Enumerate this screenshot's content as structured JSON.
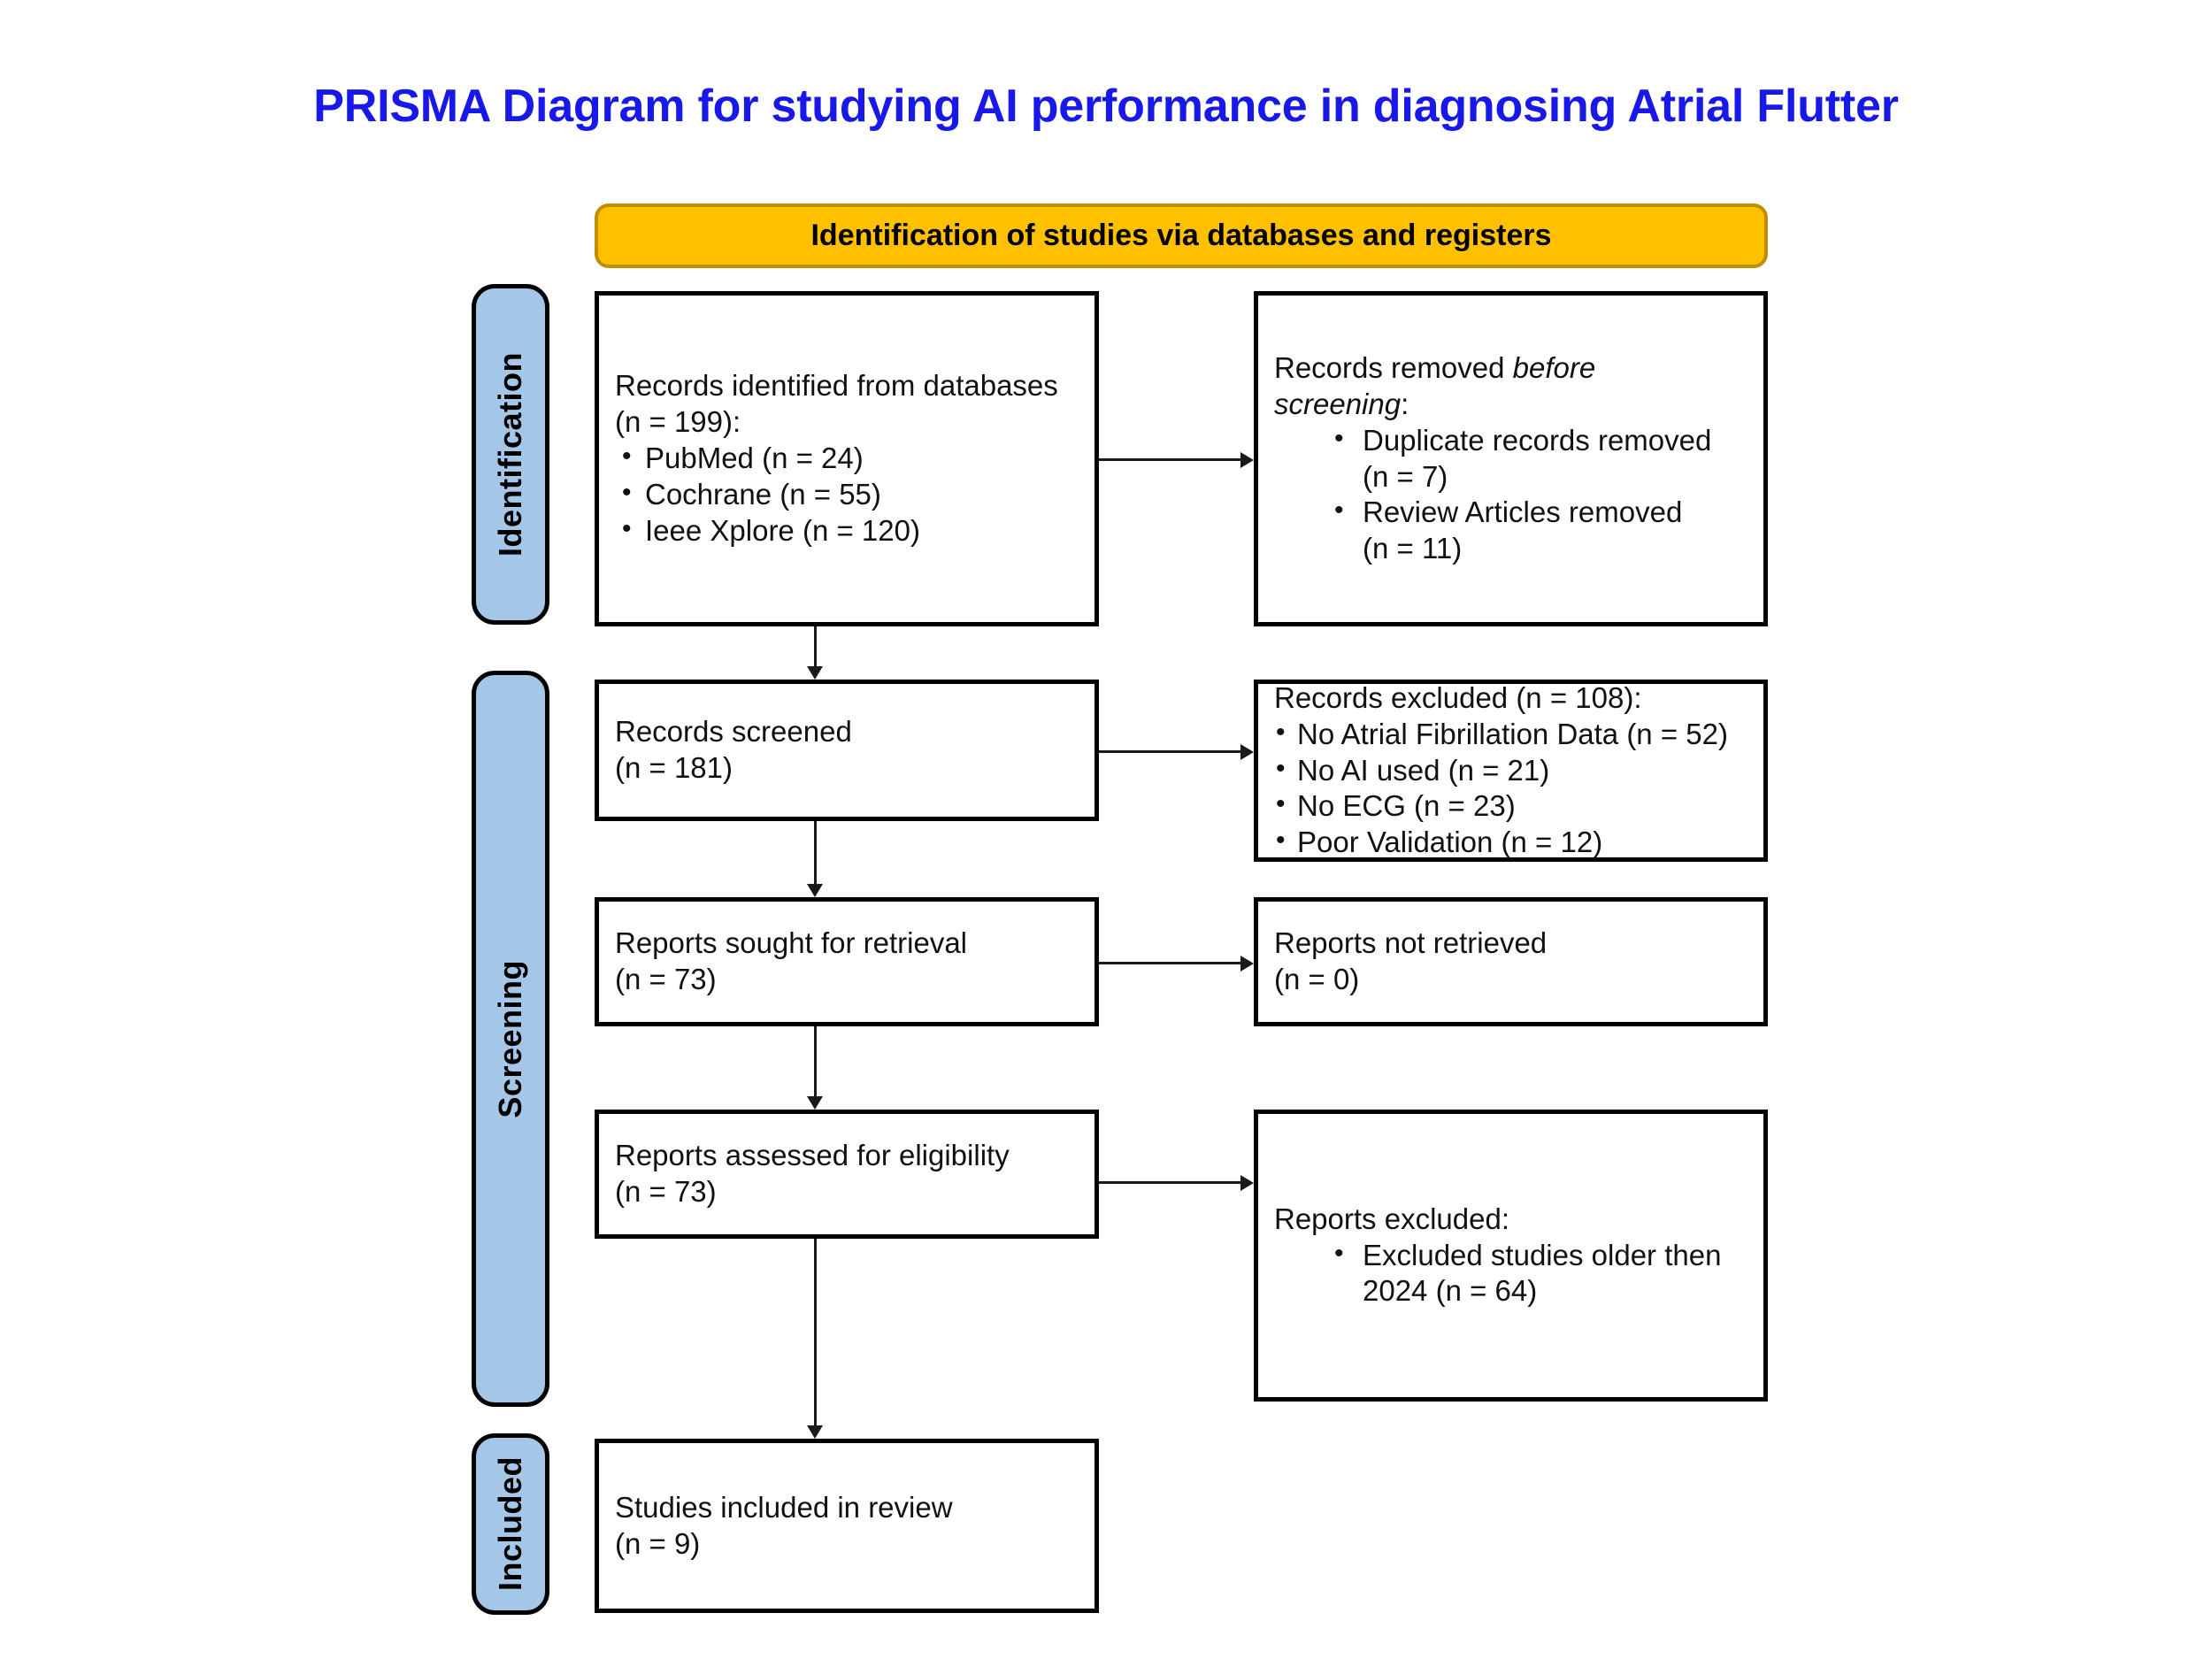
{
  "title": "PRISMA Diagram for studying AI performance in diagnosing Atrial Flutter",
  "colors": {
    "title": "#1818E8",
    "stage_fill": "#A4C7E8",
    "banner_fill": "#FFC000",
    "banner_border": "#BF8F00",
    "box_border": "#000000"
  },
  "banner": {
    "label": "Identification of studies via databases and registers"
  },
  "stages": [
    {
      "id": "identification",
      "label": "Identification"
    },
    {
      "id": "screening",
      "label": "Screening"
    },
    {
      "id": "included",
      "label": "Included"
    }
  ],
  "boxes": {
    "identified": {
      "line1": "Records identified from databases",
      "line2": "(n = 199):",
      "bullets": [
        "PubMed (n = 24)",
        "Cochrane (n = 55)",
        "Ieee Xplore (n = 120)"
      ]
    },
    "removed_before_screening": {
      "line1": "Records removed ",
      "line1_italic": "before",
      "line2_italic": "screening",
      "line2_tail": ":",
      "bullets": [
        {
          "text": "Duplicate records removed",
          "cont": "(n = 7)"
        },
        {
          "text": "Review Articles removed",
          "cont": "(n = 11)"
        }
      ]
    },
    "screened": {
      "line1": "Records screened",
      "line2": "(n = 181)"
    },
    "records_excluded": {
      "line1": "Records excluded (n = 108):",
      "bullets": [
        "No Atrial Fibrillation Data (n = 52)",
        "No AI used (n = 21)",
        "No ECG (n = 23)",
        "Poor Validation (n = 12)"
      ]
    },
    "sought": {
      "line1": "Reports sought for retrieval",
      "line2": "(n = 73)"
    },
    "not_retrieved": {
      "line1": "Reports not retrieved",
      "line2": "(n = 0)"
    },
    "assessed": {
      "line1": "Reports assessed for eligibility",
      "line2": "(n = 73)"
    },
    "reports_excluded": {
      "line1": "Reports excluded:",
      "bullets": [
        {
          "text": "Excluded studies older then",
          "cont": "2024 (n = 64)"
        }
      ]
    },
    "included": {
      "line1": "Studies included in review",
      "line2": "(n = 9)"
    }
  },
  "chart_data": {
    "type": "diagram",
    "diagram_kind": "prisma-flow",
    "title": "PRISMA Diagram for studying AI performance in diagnosing Atrial Flutter",
    "nodes": [
      {
        "id": "identified",
        "stage": "Identification",
        "label": "Records identified from databases",
        "n": 199,
        "breakdown": [
          {
            "source": "PubMed",
            "n": 24
          },
          {
            "source": "Cochrane",
            "n": 55
          },
          {
            "source": "Ieee Xplore",
            "n": 120
          }
        ]
      },
      {
        "id": "removed_before_screening",
        "stage": "Identification",
        "label": "Records removed before screening",
        "breakdown": [
          {
            "reason": "Duplicate records removed",
            "n": 7
          },
          {
            "reason": "Review Articles removed",
            "n": 11
          }
        ]
      },
      {
        "id": "screened",
        "stage": "Screening",
        "label": "Records screened",
        "n": 181
      },
      {
        "id": "records_excluded",
        "stage": "Screening",
        "label": "Records excluded",
        "n": 108,
        "breakdown": [
          {
            "reason": "No Atrial Fibrillation Data",
            "n": 52
          },
          {
            "reason": "No AI used",
            "n": 21
          },
          {
            "reason": "No ECG",
            "n": 23
          },
          {
            "reason": "Poor Validation",
            "n": 12
          }
        ]
      },
      {
        "id": "sought",
        "stage": "Screening",
        "label": "Reports sought for retrieval",
        "n": 73
      },
      {
        "id": "not_retrieved",
        "stage": "Screening",
        "label": "Reports not retrieved",
        "n": 0
      },
      {
        "id": "assessed",
        "stage": "Screening",
        "label": "Reports assessed for eligibility",
        "n": 73
      },
      {
        "id": "reports_excluded",
        "stage": "Screening",
        "label": "Reports excluded",
        "breakdown": [
          {
            "reason": "Excluded studies older then 2024",
            "n": 64
          }
        ]
      },
      {
        "id": "included",
        "stage": "Included",
        "label": "Studies included in review",
        "n": 9
      }
    ],
    "edges": [
      {
        "from": "identified",
        "to": "removed_before_screening",
        "direction": "right"
      },
      {
        "from": "identified",
        "to": "screened",
        "direction": "down"
      },
      {
        "from": "screened",
        "to": "records_excluded",
        "direction": "right"
      },
      {
        "from": "screened",
        "to": "sought",
        "direction": "down"
      },
      {
        "from": "sought",
        "to": "not_retrieved",
        "direction": "right"
      },
      {
        "from": "sought",
        "to": "assessed",
        "direction": "down"
      },
      {
        "from": "assessed",
        "to": "reports_excluded",
        "direction": "right"
      },
      {
        "from": "assessed",
        "to": "included",
        "direction": "down"
      }
    ]
  }
}
